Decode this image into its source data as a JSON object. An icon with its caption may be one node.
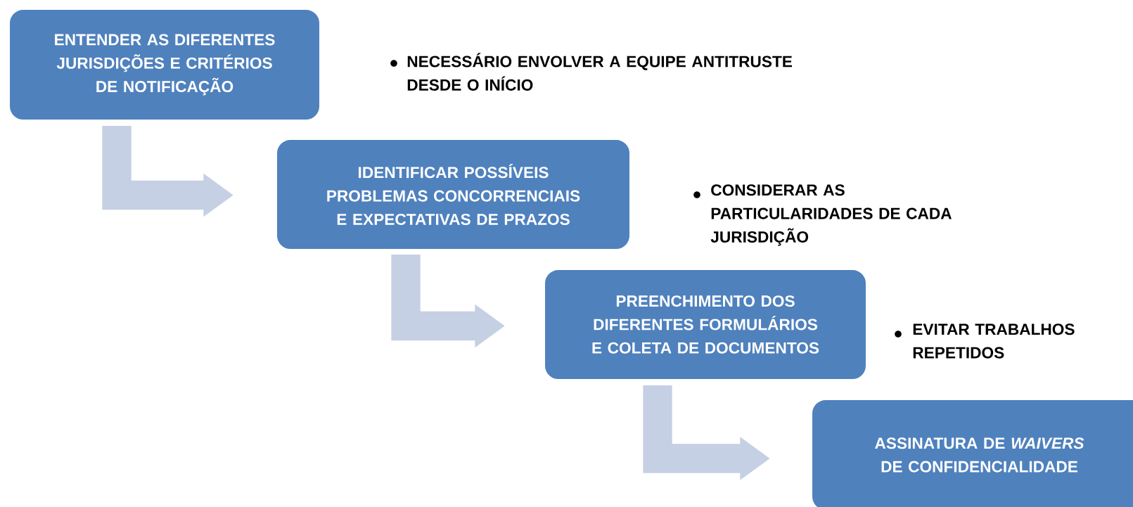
{
  "diagram": {
    "nodes": [
      {
        "text": [
          "ENTENDER AS DIFERENTES JURISDIÇÕES E CRITÉRIOS DE NOTIFICAÇÃO"
        ]
      },
      {
        "text": [
          "IDENTIFICAR POSSÍVEIS PROBLEMAS CONCORRENCIAIS E EXPECTATIVAS DE PRAZOS"
        ]
      },
      {
        "text": [
          "PREENCHIMENTO DOS DIFERENTES FORMULÁRIOS E COLETA DE DOCUMENTOS"
        ]
      },
      {
        "text": [
          "ASSINATURA DE *WAIVERS* DE CONFIDENCIALIDADE"
        ]
      }
    ],
    "edges": [
      {
        "from": 0,
        "to": 1,
        "arrow": "to"
      },
      {
        "from": 1,
        "to": 2,
        "arrow": "to"
      },
      {
        "from": 2,
        "to": 3,
        "arrow": "to"
      }
    ],
    "labels": [
      "NECESSÁRIO ENVOLVER A EQUIPE ANTITRUSTE DESDE O INÍCIO",
      "CONSIDERAR AS PARTICULARIDADES DE CADA JURISDIÇÃO",
      "EVITAR TRABALHOS REPETIDOS"
    ]
  }
}
